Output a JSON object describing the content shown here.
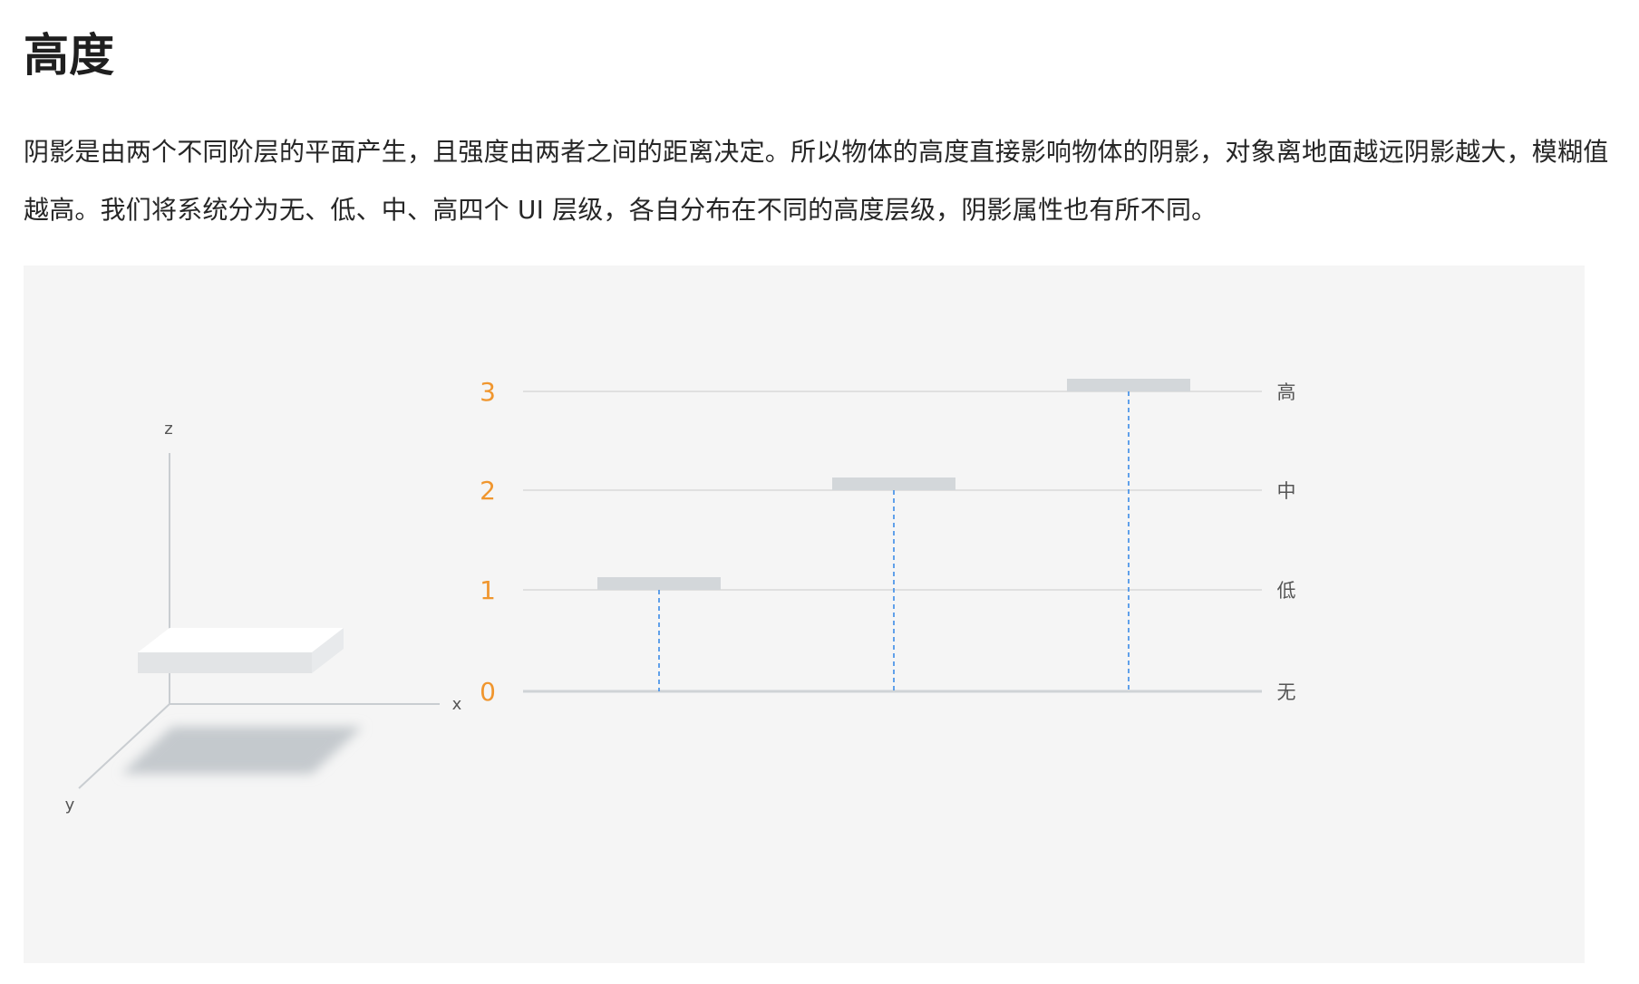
{
  "header": {
    "title": "高度"
  },
  "intro": {
    "text": "阴影是由两个不同阶层的平面产生，且强度由两者之间的距离决定。所以物体的高度直接影响物体的阴影，对象离地面越远阴影越大，模糊值越高。我们将系统分为无、低、中、高四个 UI 层级，各自分布在不同的高度层级，阴影属性也有所不同。"
  },
  "axes3d": {
    "z_label": "z",
    "x_label": "x",
    "y_label": "y"
  },
  "chart_data": {
    "type": "diagram",
    "levels": [
      {
        "value": "0",
        "name": "无"
      },
      {
        "value": "1",
        "name": "低"
      },
      {
        "value": "2",
        "name": "中"
      },
      {
        "value": "3",
        "name": "高"
      }
    ],
    "planes": [
      {
        "level": 1
      },
      {
        "level": 2
      },
      {
        "level": 3
      }
    ]
  },
  "colors": {
    "level_number": "#f0962e",
    "gridline": "#d9d9d9",
    "baseline": "#cfd3d6",
    "plane": "#d3d7da",
    "dashed": "#3c8ce7",
    "figure_bg": "#f5f5f5"
  }
}
